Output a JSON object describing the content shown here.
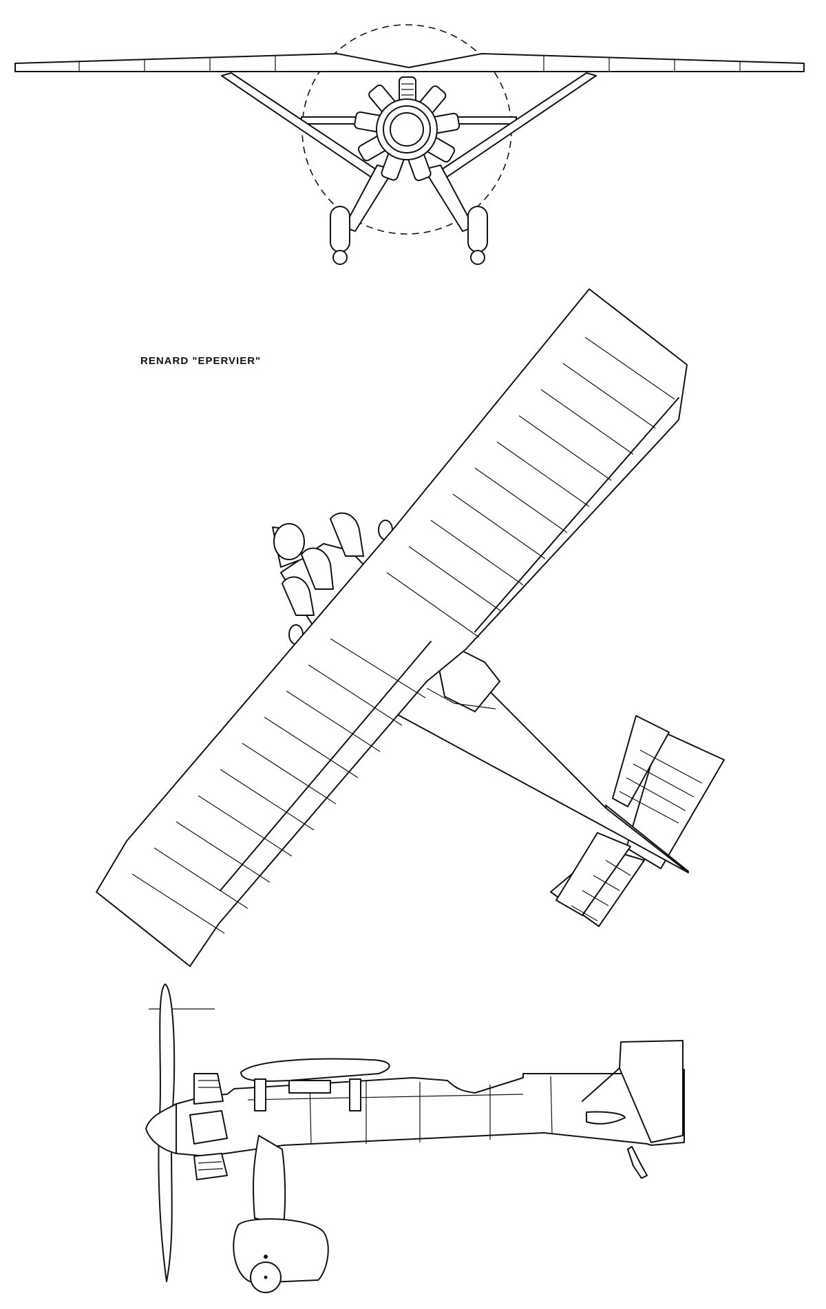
{
  "title": "RENARD \"EPERVIER\"",
  "views": {
    "front": "front-view",
    "top": "top-view",
    "side": "side-view"
  }
}
